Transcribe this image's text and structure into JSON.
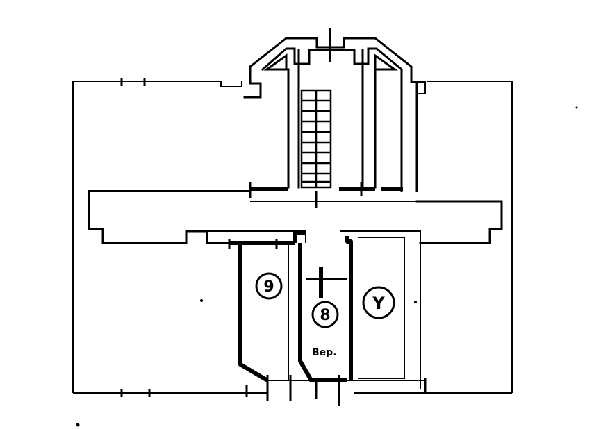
{
  "plan": {
    "room_marks": [
      {
        "id": "room-a",
        "label": "9"
      },
      {
        "id": "room-b",
        "label": "8"
      },
      {
        "id": "room-c",
        "label": "Y"
      }
    ],
    "corridor_label": "Вер."
  }
}
